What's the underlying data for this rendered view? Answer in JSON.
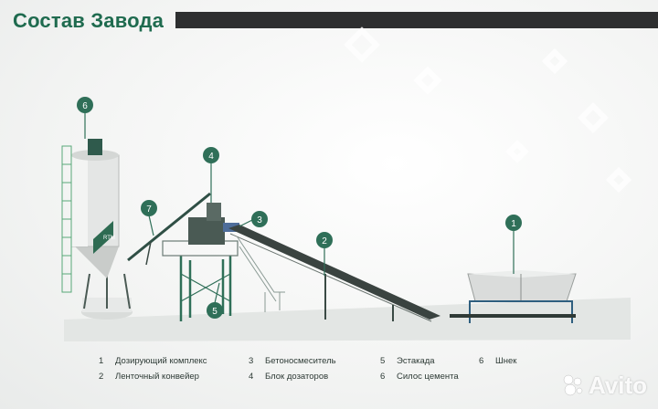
{
  "page": {
    "title": "Состав Завода"
  },
  "markers": [
    "1",
    "2",
    "3",
    "4",
    "5",
    "6",
    "7"
  ],
  "legend": [
    {
      "num": "1",
      "label": "Дозирующий комплекс"
    },
    {
      "num": "2",
      "label": "Ленточный конвейер"
    },
    {
      "num": "3",
      "label": "Бетоносмеситель"
    },
    {
      "num": "4",
      "label": "Блок дозаторов"
    },
    {
      "num": "5",
      "label": "Эстакада"
    },
    {
      "num": "6",
      "label": "Силос цемента"
    },
    {
      "num": "6",
      "label": "Шнек"
    }
  ],
  "logo": {
    "text": "RTM"
  },
  "watermark": {
    "text": "Avito"
  },
  "colors": {
    "accent": "#1f6b4f",
    "marker": "#2f6f58",
    "title_bar": "#2e2f30",
    "steel": "#3f5f55"
  }
}
